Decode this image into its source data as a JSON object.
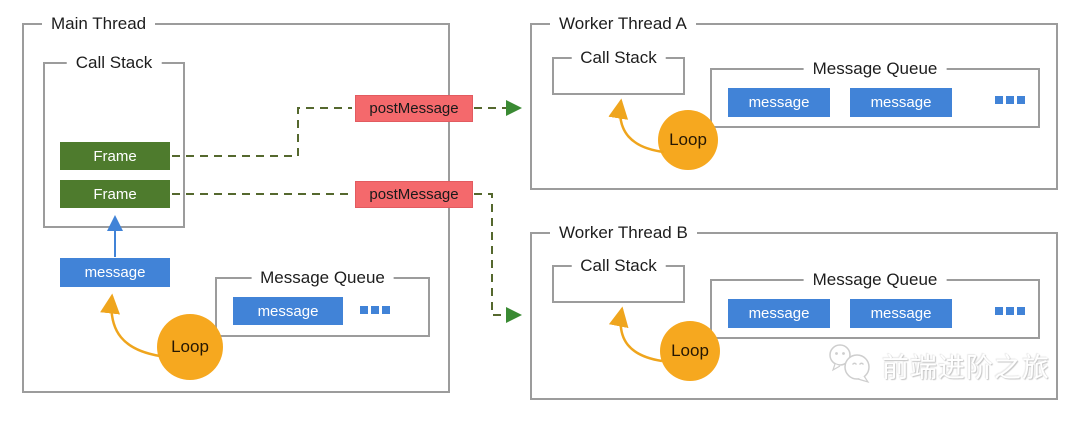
{
  "colors": {
    "frame_green": "#4e7b2d",
    "message_blue": "#4183d7",
    "post_message_red": "#f4696c",
    "post_message_border": "#e25b60",
    "loop_orange": "#f6a81f",
    "dash_green": "#55682e",
    "arrow_green": "#3a8a33",
    "arrow_blue": "#4183d7",
    "arrow_orange": "#efa51d",
    "border_gray": "#9c9c9c",
    "text_dark": "#1d1d1d"
  },
  "main_thread": {
    "title": "Main Thread",
    "call_stack": {
      "title": "Call Stack",
      "frames": [
        "Frame",
        "Frame"
      ]
    },
    "message_label": "message",
    "loop_label": "Loop",
    "message_queue": {
      "title": "Message Queue",
      "messages": [
        "message"
      ]
    }
  },
  "channels": {
    "to_worker_a_label": "postMessage",
    "to_worker_b_label": "postMessage"
  },
  "worker_thread_a": {
    "title": "Worker Thread A",
    "call_stack": {
      "title": "Call Stack"
    },
    "loop_label": "Loop",
    "message_queue": {
      "title": "Message Queue",
      "messages": [
        "message",
        "message"
      ]
    }
  },
  "worker_thread_b": {
    "title": "Worker Thread B",
    "call_stack": {
      "title": "Call Stack"
    },
    "loop_label": "Loop",
    "message_queue": {
      "title": "Message Queue",
      "messages": [
        "message",
        "message"
      ]
    }
  },
  "connections": [
    {
      "from": "main-frame-1",
      "to": "postMessage-chip-a",
      "style": "dashed",
      "color": "#55682e"
    },
    {
      "from": "postMessage-chip-a",
      "to": "worker-thread-a",
      "style": "dashed-arrow",
      "color": "#3a8a33"
    },
    {
      "from": "main-frame-2",
      "to": "postMessage-chip-b",
      "style": "dashed",
      "color": "#55682e"
    },
    {
      "from": "postMessage-chip-b",
      "to": "worker-thread-b",
      "style": "dashed-arrow",
      "color": "#3a8a33"
    },
    {
      "from": "main-message-block",
      "to": "main-frame-2",
      "style": "solid-arrow",
      "color": "#4183d7"
    },
    {
      "from": "main-loop",
      "to": "main-message-block",
      "style": "curved-arrow",
      "color": "#efa51d"
    },
    {
      "from": "worker-a-loop",
      "to": "worker-a-call-stack",
      "style": "curved-arrow",
      "color": "#efa51d"
    },
    {
      "from": "worker-b-loop",
      "to": "worker-b-call-stack",
      "style": "curved-arrow",
      "color": "#efa51d"
    }
  ],
  "watermark": {
    "text": "前端进阶之旅"
  },
  "icons": {
    "more_messages": "ellipsis-squares",
    "watermark_logo": "wechat-bubbles"
  }
}
